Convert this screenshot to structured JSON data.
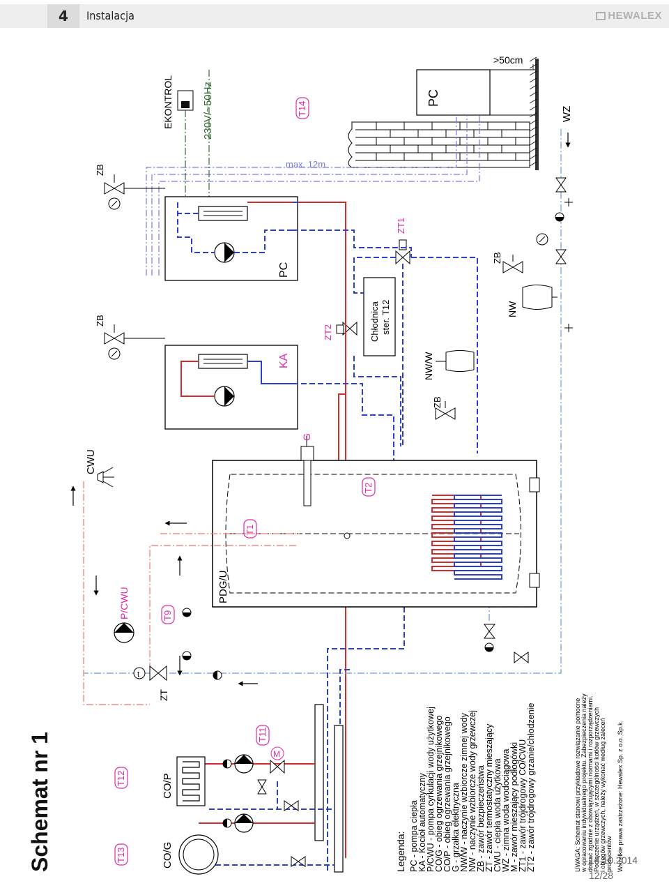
{
  "header": {
    "page_number": "4",
    "section": "Instalacja",
    "brand": "HEWALEX"
  },
  "title": "Schemat nr 1",
  "labels": {
    "pc_unit": "PC",
    "pc_box": "PC",
    "ka": "KA",
    "ekontrol": "EKONTROL",
    "power": "230V/~50Hz",
    "max": "max. 12m",
    "min": ">50cm",
    "wz": "WZ",
    "zb1": "ZB",
    "zb2": "ZB",
    "zb3": "ZB",
    "zb4": "ZB",
    "nw": "NW",
    "nww": "NW/W",
    "cooler_line1": "Chłodnica",
    "cooler_line2": "ster. T12",
    "zt1": "ZT1",
    "zt2": "ZT2",
    "zt": "ZT",
    "t14": "T14",
    "t13": "T13",
    "t12": "T12",
    "t11": "T11",
    "t9": "T9",
    "t1": "T1",
    "t2": "T2",
    "g": "G",
    "cwu": "CWU",
    "pcwu": "P/CWU",
    "pdgu": "PDG/U",
    "cog": "CO/G",
    "cop": "CO/P",
    "m": "M",
    "thermo": "t"
  },
  "legend": {
    "title": "Legenda:",
    "items": [
      "PC - pompa ciepła",
      "KA - Kocioł automatyczny",
      "P/CWU - pompa cyrkulacji wody użytkowej",
      "CO/G - obieg ogrzewania grzejnikowego",
      "CO/P - obieg ogrzewania grzejnikowego",
      "G - grzałka elektryczna",
      "NW/W - naczynie wzbiorcze zimnej wody",
      "NW - naczynie wzbiorcze wody grzewczej",
      "ZB - zawór bezpieczeństwa",
      "ZT - zawór termostatyczny mieszający",
      "CWU - ciepła woda użytkowa",
      "WZ - zimna woda wodociągowa",
      "M - zawór mieszający podłogówki",
      "ZT1 - zawór trójdrogowy CO/CWU",
      "ZT2 - zawór trójdrogowy grzanie/chłodzenie"
    ],
    "note_lines": [
      "UWAGA: Schemat stanowi przykładowe rozwiązanie pomocne",
      "w opracowaniu indywidualnego projektu. Zabezpieczenia należy",
      "dobrać zgodnie z obowiązującymi normami i rozporządzeniami.",
      "Podłączenie urządzeń, w szczególności kotłów grzewczych",
      "i obiegów grzewczych, należy wykonać według zaleceń",
      "producentów"
    ],
    "copyright": "Wszelkie prawa zastrzeżone: Hewalex Sp. z o.o. Sp.k."
  },
  "footer": {
    "date": "14.10.2014",
    "page": "12/28"
  },
  "colors": {
    "hot": "#d62b2b",
    "cold": "#2a3fd0",
    "signal": "#7a7ae6",
    "power": "#2e6b2e",
    "dhw": "#e87878",
    "water": "#6a9ad8",
    "tag": "#e02aa8"
  }
}
